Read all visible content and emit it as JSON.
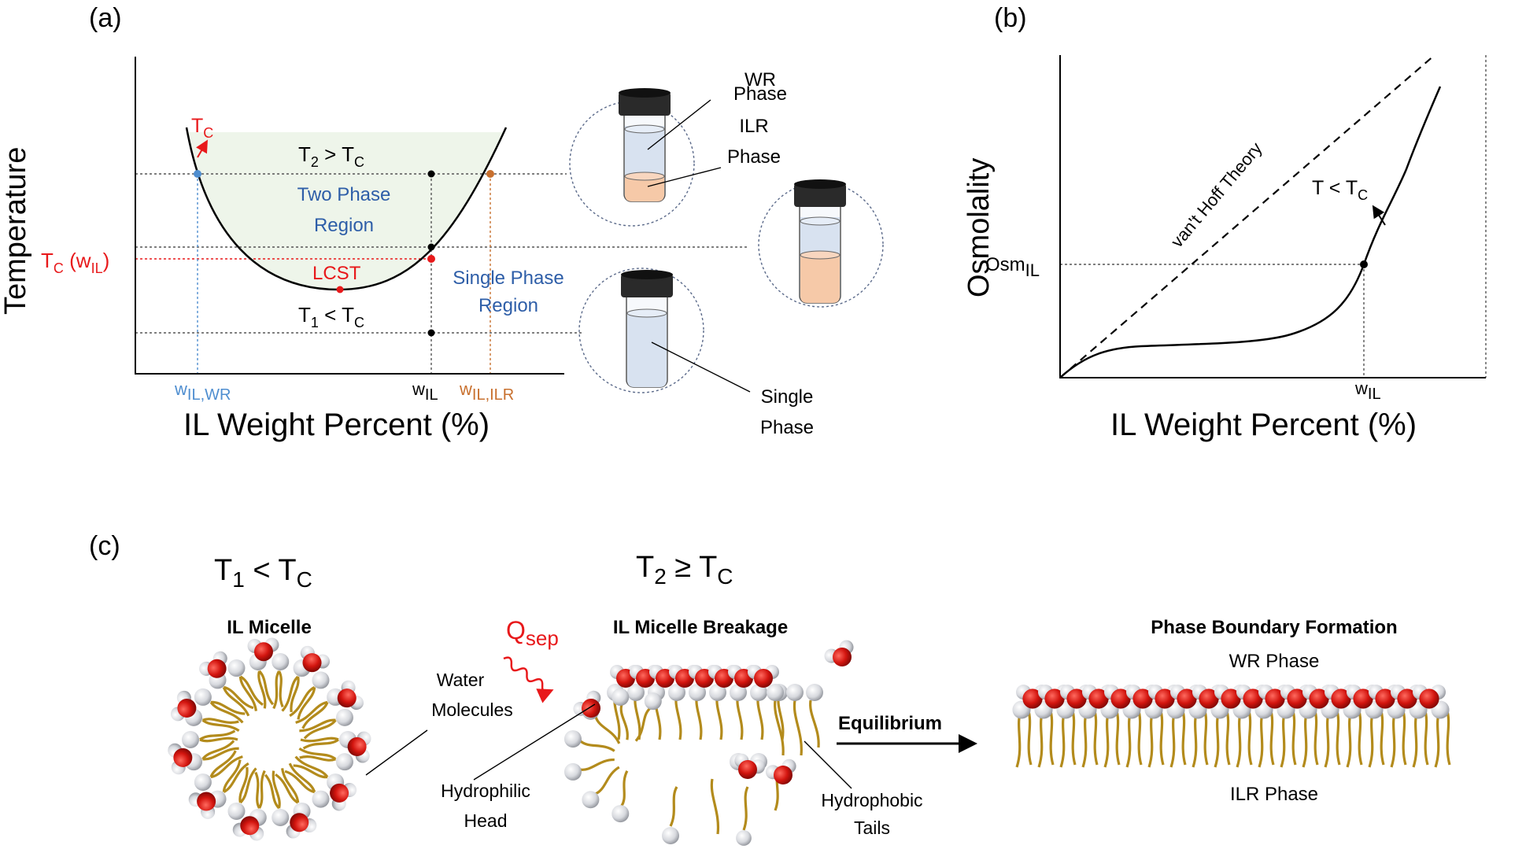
{
  "panels": {
    "a": "(a)",
    "b": "(b)",
    "c": "(c)"
  },
  "panel_a": {
    "ylabel": "Temperature",
    "xlabel": "IL Weight Percent (%)",
    "tc": {
      "main": "T",
      "sub": "C"
    },
    "tc_wil": {
      "main": "T",
      "sub1": "C",
      "mid": " (w",
      "sub2": "IL",
      "end": ")"
    },
    "t2": {
      "main": "T",
      "sub1": "2",
      "mid": " > T",
      "sub2": "C"
    },
    "t1": {
      "main": "T",
      "sub1": "1",
      "mid": " < T",
      "sub2": "C"
    },
    "two_phase": [
      "Two Phase",
      "Region"
    ],
    "single_phase": [
      "Single Phase",
      "Region"
    ],
    "lcst": "LCST",
    "w_wr": {
      "main": "w",
      "sub": "IL,WR"
    },
    "w_il": {
      "main": "w",
      "sub": "IL"
    },
    "w_ilr": {
      "main": "w",
      "sub": "IL,ILR"
    },
    "wr_phase": [
      "WR",
      "Phase"
    ],
    "ilr_phase": [
      "ILR",
      "Phase"
    ],
    "single_vial": [
      "Single",
      "Phase"
    ]
  },
  "panel_b": {
    "ylabel": "Osmolality",
    "xlabel": "IL Weight Percent (%)",
    "vant_hoff": "van't Hoff Theory",
    "t_label": {
      "main": "T < T",
      "sub": "C"
    },
    "osm": {
      "main": "Osm",
      "sub": "IL"
    },
    "w_il": {
      "main": "w",
      "sub": "IL"
    }
  },
  "panel_c": {
    "t1": {
      "main": "T",
      "sub1": "1",
      "mid": " < T",
      "sub2": "C"
    },
    "t2": {
      "main": "T",
      "sub1": "2",
      "mid": " ≥ T",
      "sub2": "C"
    },
    "micelle_title": "IL Micelle",
    "breakage_title": "IL Micelle Breakage",
    "boundary_title": "Phase Boundary Formation",
    "q": {
      "main": "Q",
      "sub": "sep"
    },
    "water": [
      "Water",
      "Molecules"
    ],
    "head": [
      "Hydrophilic",
      "Head"
    ],
    "tails": [
      "Hydrophobic",
      "Tails"
    ],
    "equilibrium": "Equilibrium",
    "wr": "WR Phase",
    "ilr": "ILR Phase"
  },
  "colors": {
    "red": "#e8191b",
    "blue": "#2e5ea8",
    "light_blue": "#4f8ed0",
    "orange": "#c8702e",
    "tail": "#b38b1c",
    "oxygen": "#c61a16",
    "green_fill": "#eef5ea",
    "vial_top": "#d8e2f0",
    "vial_bottom": "#f6c9a8"
  }
}
